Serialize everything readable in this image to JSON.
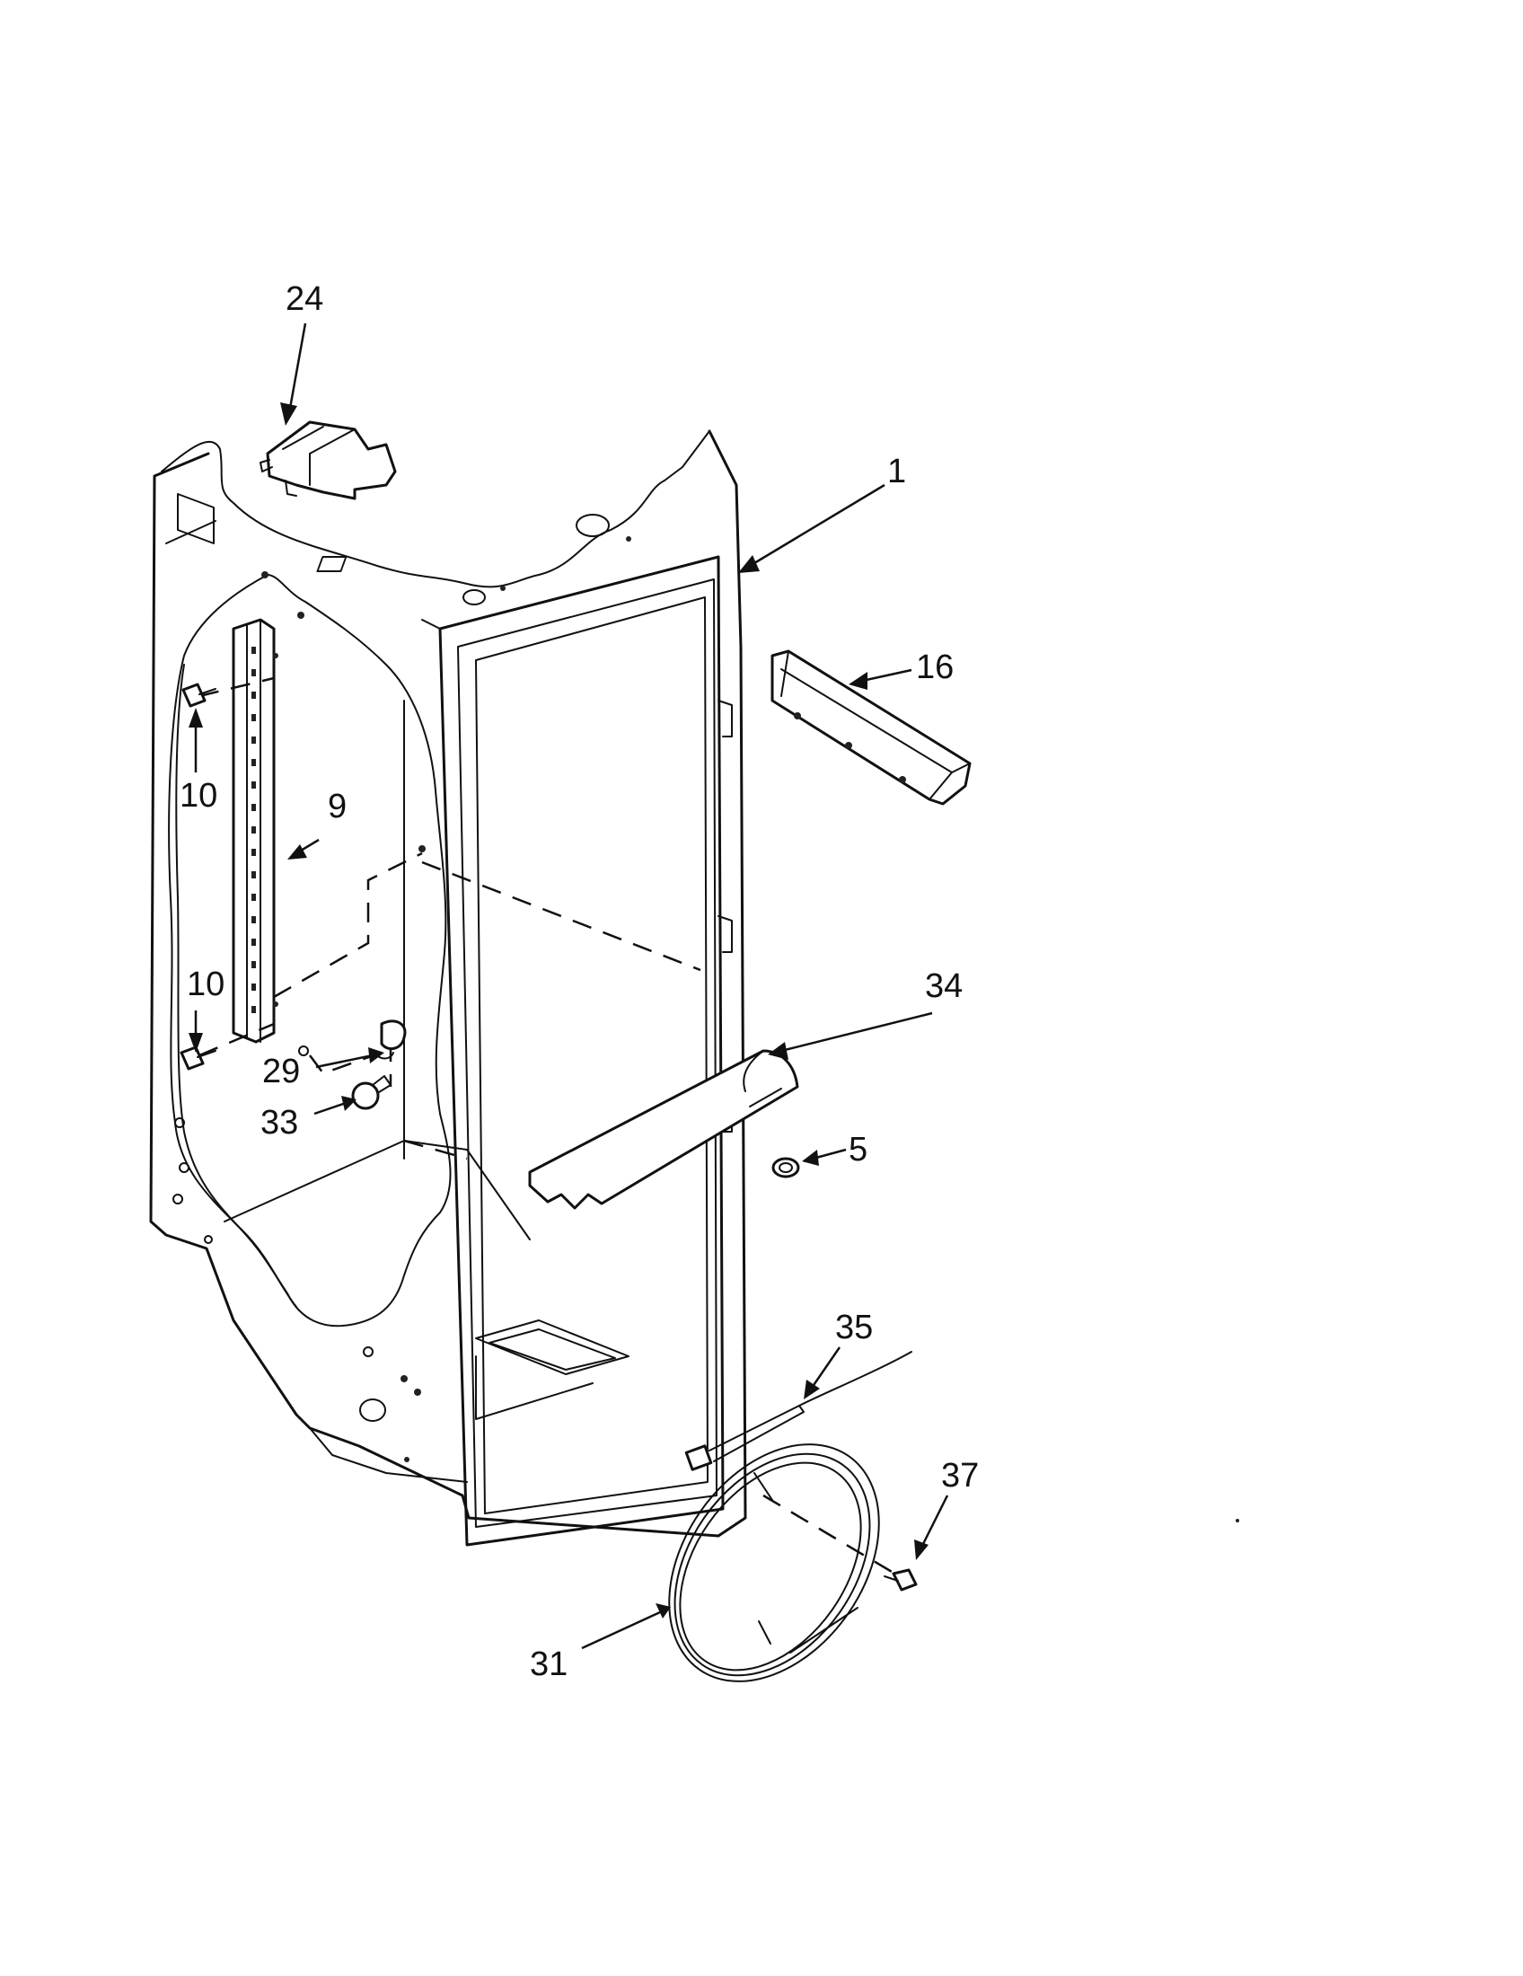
{
  "callouts": [
    {
      "id": "24",
      "label": "24"
    },
    {
      "id": "1",
      "label": "1"
    },
    {
      "id": "16",
      "label": "16"
    },
    {
      "id": "10a",
      "label": "10"
    },
    {
      "id": "9",
      "label": "9"
    },
    {
      "id": "10b",
      "label": "10"
    },
    {
      "id": "34",
      "label": "34"
    },
    {
      "id": "29",
      "label": "29"
    },
    {
      "id": "33",
      "label": "33"
    },
    {
      "id": "5",
      "label": "5"
    },
    {
      "id": "35",
      "label": "35"
    },
    {
      "id": "37",
      "label": "37"
    },
    {
      "id": "31",
      "label": "31"
    }
  ]
}
